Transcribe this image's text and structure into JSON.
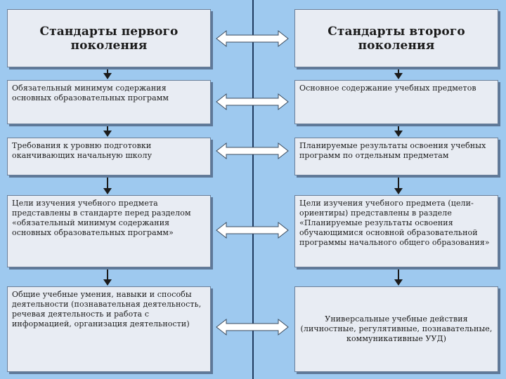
{
  "colors": {
    "background": "#9ec9ef",
    "box": "#e8ecf3",
    "divider": "#1f3a5f",
    "arrow": "#1b1b1b"
  },
  "left_column": {
    "header": "Стандарты первого поколения",
    "items": [
      "Обязательный минимум содержания основных образовательных программ",
      "Требования к уровню подготовки оканчивающих начальную школу",
      "Цели изучения учебного предмета представлены в стандарте перед разделом «обязательный минимум содержания основных образовательных программ»",
      "Общие учебные умения, навыки и способы деятельности (познавательная деятельность, речевая деятельность и работа с информацией, организация деятельности)"
    ]
  },
  "right_column": {
    "header": "Стандарты второго поколения",
    "items": [
      "Основное содержание учебных предметов",
      "Планируемые результаты освоения учебных программ по отдельным предметам",
      "Цели изучения учебного предмета (цели-ориентиры) представлены в разделе «Планируемые результаты освоения обучающимися основной образовательной программы начального общего образования»",
      "Универсальные учебные действия (личностные, регулятивные, познавательные, коммуникативные УУД)"
    ]
  }
}
